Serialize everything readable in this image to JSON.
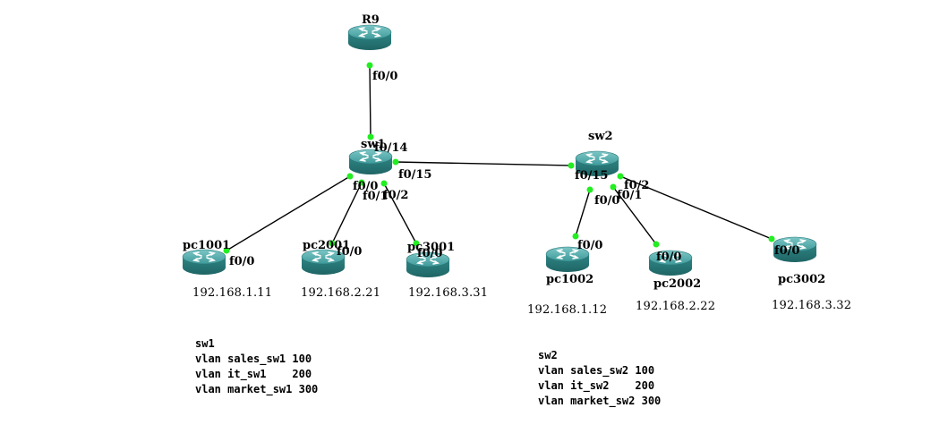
{
  "diagram": {
    "type": "network-topology",
    "colors": {
      "device_body": "#2f8a8a",
      "device_top": "#5fb3b3",
      "link": "#000000",
      "port_dot": "#22ee22",
      "background": "#ffffff"
    },
    "nodes": [
      {
        "id": "R9",
        "label": "R9",
        "type": "router"
      },
      {
        "id": "sw1",
        "label": "sw1",
        "type": "switch"
      },
      {
        "id": "sw2",
        "label": "sw2",
        "type": "switch"
      },
      {
        "id": "pc1001",
        "label": "pc1001",
        "type": "router",
        "ip": "192.168.1.11"
      },
      {
        "id": "pc2001",
        "label": "pc2001",
        "type": "router",
        "ip": "192.168.2.21"
      },
      {
        "id": "pc3001",
        "label": "pc3001",
        "type": "router",
        "ip": "192.168.3.31"
      },
      {
        "id": "pc1002",
        "label": "pc1002",
        "type": "router",
        "ip": "192.168.1.12"
      },
      {
        "id": "pc2002",
        "label": "pc2002",
        "type": "router",
        "ip": "192.168.2.22"
      },
      {
        "id": "pc3002",
        "label": "pc3002",
        "type": "router",
        "ip": "192.168.3.32"
      }
    ],
    "links": [
      {
        "from": "R9",
        "from_port": "f0/0",
        "to": "sw1",
        "to_port": "f0/14"
      },
      {
        "from": "sw1",
        "from_port": "f0/15",
        "to": "sw2",
        "to_port": "f0/15"
      },
      {
        "from": "sw1",
        "from_port": "f0/0",
        "to": "pc1001",
        "to_port": "f0/0"
      },
      {
        "from": "sw1",
        "from_port": "f0/1",
        "to": "pc2001",
        "to_port": "f0/0"
      },
      {
        "from": "sw1",
        "from_port": "f0/2",
        "to": "pc3001",
        "to_port": "f0/0"
      },
      {
        "from": "sw2",
        "from_port": "f0/0",
        "to": "pc1002",
        "to_port": "f0/0"
      },
      {
        "from": "sw2",
        "from_port": "f0/1",
        "to": "pc2002",
        "to_port": "f0/0"
      },
      {
        "from": "sw2",
        "from_port": "f0/2",
        "to": "pc3002",
        "to_port": "f0/0"
      }
    ],
    "notes": {
      "sw1": {
        "title": "sw1",
        "lines": [
          "vlan sales_sw1 100",
          "vlan it_sw1    200",
          "vlan market_sw1 300"
        ]
      },
      "sw2": {
        "title": "sw2",
        "lines": [
          "vlan sales_sw2 100",
          "vlan it_sw2    200",
          "vlan market_sw2 300"
        ]
      }
    }
  }
}
